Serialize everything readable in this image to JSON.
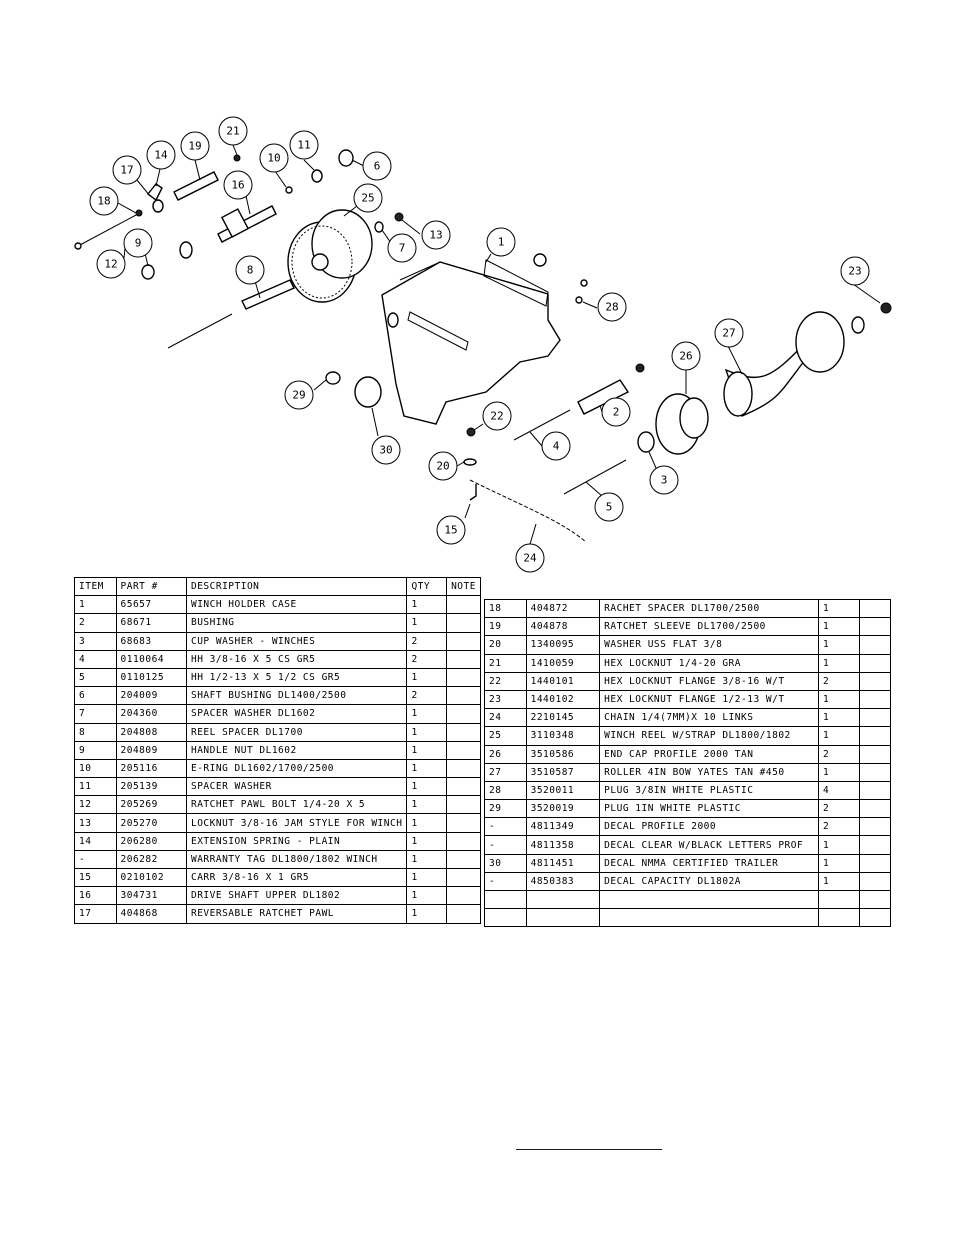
{
  "callouts": [
    {
      "n": "21"
    },
    {
      "n": "19"
    },
    {
      "n": "14"
    },
    {
      "n": "17"
    },
    {
      "n": "11"
    },
    {
      "n": "10"
    },
    {
      "n": "6"
    },
    {
      "n": "16"
    },
    {
      "n": "18"
    },
    {
      "n": "25"
    },
    {
      "n": "13"
    },
    {
      "n": "7"
    },
    {
      "n": "9"
    },
    {
      "n": "12"
    },
    {
      "n": "1"
    },
    {
      "n": "8"
    },
    {
      "n": "23"
    },
    {
      "n": "28"
    },
    {
      "n": "27"
    },
    {
      "n": "26"
    },
    {
      "n": "29"
    },
    {
      "n": "22"
    },
    {
      "n": "2"
    },
    {
      "n": "30"
    },
    {
      "n": "20"
    },
    {
      "n": "4"
    },
    {
      "n": "3"
    },
    {
      "n": "5"
    },
    {
      "n": "15"
    },
    {
      "n": "24"
    }
  ],
  "table_left": {
    "headers": [
      "ITEM",
      "PART #",
      "DESCRIPTION",
      "QTY",
      "NOTE"
    ],
    "rows": [
      [
        "1",
        "65657",
        "WINCH HOLDER CASE",
        "1",
        ""
      ],
      [
        "2",
        "68671",
        "BUSHING",
        "1",
        ""
      ],
      [
        "3",
        "68683",
        "CUP WASHER - WINCHES",
        "2",
        ""
      ],
      [
        "4",
        "0110064",
        "HH 3/8-16 X 5 CS GR5",
        "2",
        ""
      ],
      [
        "5",
        "0110125",
        "HH 1/2-13 X 5 1/2 CS GR5",
        "1",
        ""
      ],
      [
        "6",
        "204009",
        "SHAFT BUSHING  DL1400/2500",
        "2",
        ""
      ],
      [
        "7",
        "204360",
        "SPACER WASHER  DL1602",
        "1",
        ""
      ],
      [
        "8",
        "204808",
        "REEL SPACER  DL1700",
        "1",
        ""
      ],
      [
        "9",
        "204809",
        "HANDLE NUT  DL1602",
        "1",
        ""
      ],
      [
        "10",
        "205116",
        "E-RING DL1602/1700/2500",
        "1",
        ""
      ],
      [
        "11",
        "205139",
        "SPACER WASHER",
        "1",
        ""
      ],
      [
        "12",
        "205269",
        "RATCHET PAWL BOLT 1/4-20 X 5",
        "1",
        ""
      ],
      [
        "13",
        "205270",
        "LOCKNUT 3/8-16 JAM STYLE FOR WINCH",
        "1",
        ""
      ],
      [
        "14",
        "206280",
        "EXTENSION SPRING - PLAIN",
        "1",
        ""
      ],
      [
        "-",
        "206282",
        "WARRANTY TAG DL1800/1802 WINCH",
        "1",
        ""
      ],
      [
        "15",
        "0210102",
        "CARR 3/8-16 X 1 GR5",
        "1",
        ""
      ],
      [
        "16",
        "304731",
        "DRIVE SHAFT UPPER  DL1802",
        "1",
        ""
      ],
      [
        "17",
        "404868",
        "REVERSABLE RATCHET PAWL",
        "1",
        ""
      ]
    ]
  },
  "table_right": {
    "rows": [
      [
        "18",
        "404872",
        "RACHET SPACER  DL1700/2500",
        "1",
        ""
      ],
      [
        "19",
        "404878",
        "RATCHET SLEEVE  DL1700/2500",
        "1",
        ""
      ],
      [
        "20",
        "1340095",
        "WASHER USS FLAT 3/8",
        "1",
        ""
      ],
      [
        "21",
        "1410059",
        "HEX LOCKNUT 1/4-20 GRA",
        "1",
        ""
      ],
      [
        "22",
        "1440101",
        "HEX LOCKNUT FLANGE 3/8-16 W/T",
        "2",
        ""
      ],
      [
        "23",
        "1440102",
        "HEX LOCKNUT FLANGE 1/2-13 W/T",
        "1",
        ""
      ],
      [
        "24",
        "2210145",
        "CHAIN 1/4(7MM)X 10 LINKS",
        "1",
        ""
      ],
      [
        "25",
        "3110348",
        "WINCH REEL W/STRAP  DL1800/1802",
        "1",
        ""
      ],
      [
        "26",
        "3510586",
        "END CAP PROFILE 2000 TAN",
        "2",
        ""
      ],
      [
        "27",
        "3510587",
        "ROLLER 4IN BOW YATES TAN #450",
        "1",
        ""
      ],
      [
        "28",
        "3520011",
        "PLUG  3/8IN WHITE PLASTIC",
        "4",
        ""
      ],
      [
        "29",
        "3520019",
        "PLUG  1IN WHITE PLASTIC",
        "2",
        ""
      ],
      [
        "-",
        "4811349",
        "DECAL PROFILE 2000",
        "2",
        ""
      ],
      [
        "-",
        "4811358",
        "DECAL CLEAR W/BLACK LETTERS PROF",
        "1",
        ""
      ],
      [
        "30",
        "4811451",
        "DECAL NMMA CERTIFIED TRAILER",
        "1",
        ""
      ],
      [
        "-",
        "4850383",
        "DECAL CAPACITY DL1802A",
        "1",
        ""
      ],
      [
        "",
        "",
        "",
        "",
        ""
      ],
      [
        "",
        "",
        "",
        "",
        ""
      ]
    ]
  }
}
